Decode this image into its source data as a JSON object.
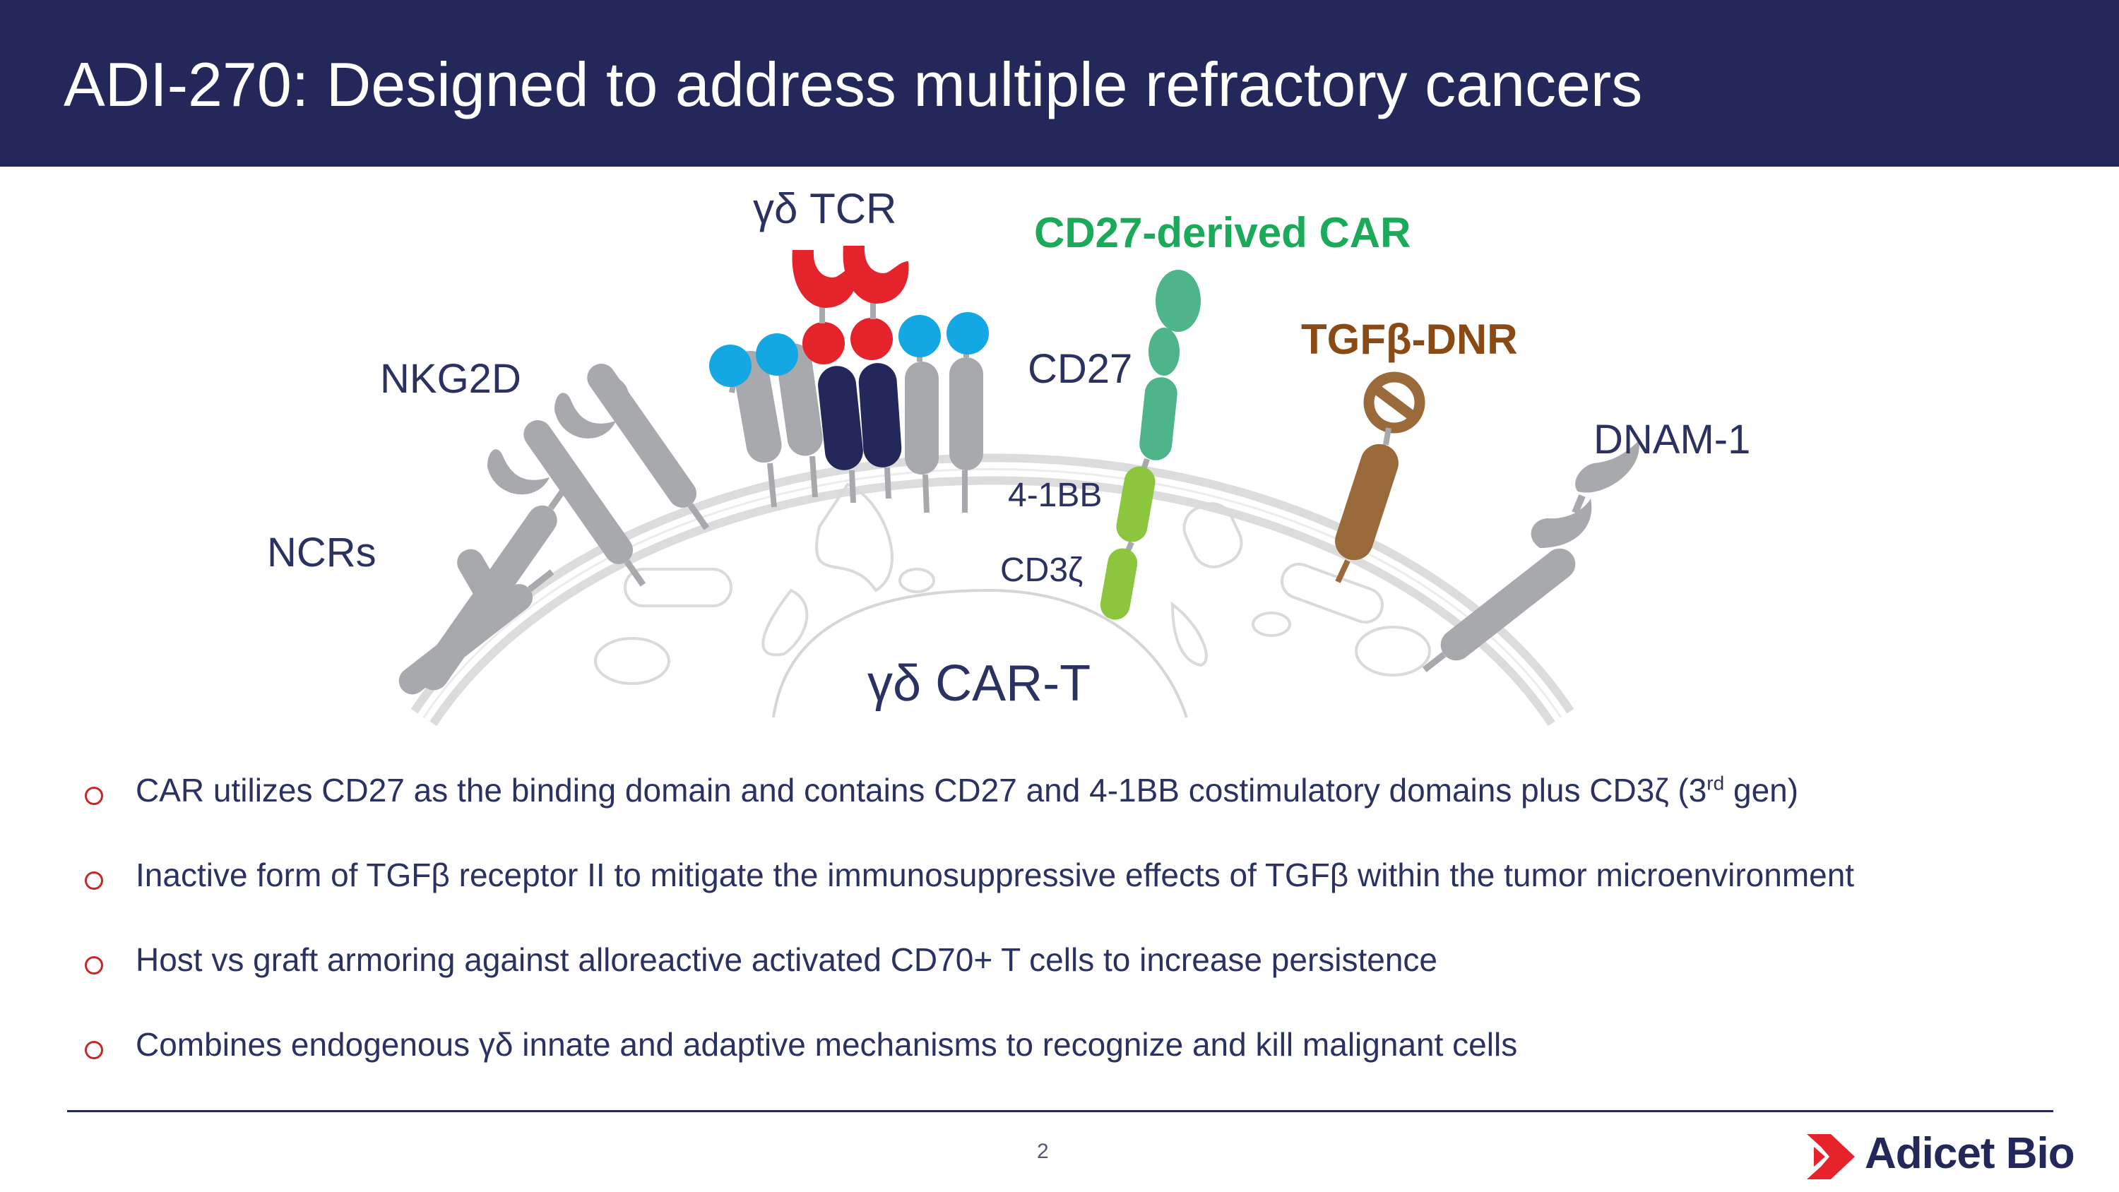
{
  "slide": {
    "title": "ADI-270: Designed to address multiple refractory cancers",
    "page_number": "2"
  },
  "diagram": {
    "labels": {
      "gd_tcr": "γδ TCR",
      "cd27_car": "CD27-derived CAR",
      "tgfb_dnr": "TGFβ-DNR",
      "cd27": "CD27",
      "nkg2d": "NKG2D",
      "dnam1": "DNAM-1",
      "four_1bb": "4-1BB",
      "ncrs": "NCRs",
      "cd3z": "CD3ζ",
      "gd_car_t": "γδ CAR-T"
    },
    "colors": {
      "navy": "#23275a",
      "car_green": "#1aaa5a",
      "tgfb_brown": "#8a4a16",
      "tcr_red": "#e5232b",
      "receptor_blue": "#13a7e3",
      "receptor_gray": "#a7a9ac",
      "cd27_teal": "#4eb58a",
      "lime": "#8cc63f",
      "dnr_brown": "#9a6a3a"
    }
  },
  "bullets": [
    {
      "pre": "CAR utilizes CD27 as the binding domain and contains CD27 and 4-1BB costimulatory domains plus CD3ζ (3",
      "sup": "rd",
      "post": " gen)"
    },
    {
      "text": "Inactive form of TGFβ receptor II to mitigate the immunosuppressive effects of TGFβ within the tumor microenvironment"
    },
    {
      "text": "Host vs graft armoring against alloreactive activated CD70+ T cells to increase persistence"
    },
    {
      "text": "Combines endogenous γδ innate and adaptive mechanisms to recognize and kill malignant cells"
    }
  ],
  "footer": {
    "logo_text": "Adicet Bio",
    "logo_icon": "adicet-arrow-logo-icon",
    "logo_color": "#e5232b"
  }
}
